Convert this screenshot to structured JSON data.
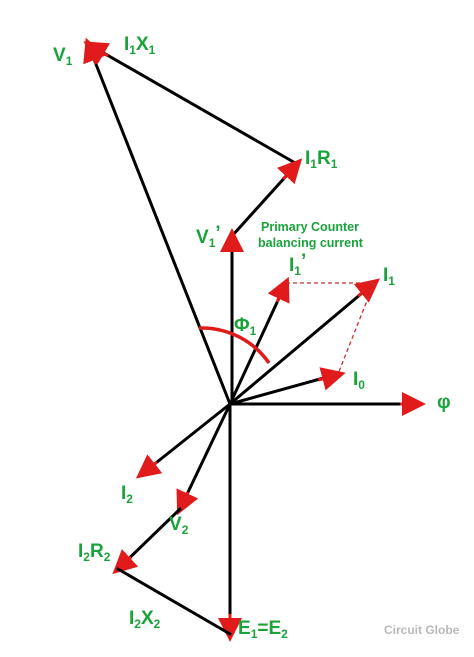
{
  "labels": {
    "v1": "V",
    "v1_sub": "1",
    "i1x1_a": "I",
    "i1x1_a_sub": "1",
    "i1x1_b": "X",
    "i1x1_b_sub": "1",
    "i1r1_a": "I",
    "i1r1_a_sub": "1",
    "i1r1_b": "R",
    "i1r1_b_sub": "1",
    "v1_prime": "V",
    "v1_prime_sub": "1",
    "v1_prime_mark": "’",
    "counter_line1": "Primary Counter",
    "counter_line2": "balancing current",
    "i1_prime": "I",
    "i1_prime_sub": "1",
    "i1_prime_mark": "’",
    "i1": "I",
    "i1_sub": "1",
    "phi1": "Φ",
    "phi1_sub": "1",
    "i0": "I",
    "i0_sub": "0",
    "flux": "φ",
    "i2": "I",
    "i2_sub": "2",
    "v2": "V",
    "v2_sub": "2",
    "i2r2_a": "I",
    "i2r2_a_sub": "2",
    "i2r2_b": "R",
    "i2r2_b_sub": "2",
    "i2x2_a": "I",
    "i2x2_a_sub": "2",
    "i2x2_b": "X",
    "i2x2_b_sub": "2",
    "e_a": "E",
    "e_a_sub": "1",
    "e_eq": "=E",
    "e_b_sub": "2"
  },
  "watermark": "Circuit Globe",
  "colors": {
    "line": "#000000",
    "arrow": "#e11b1b",
    "label": "#1aa33b",
    "dashed": "#c53030"
  }
}
